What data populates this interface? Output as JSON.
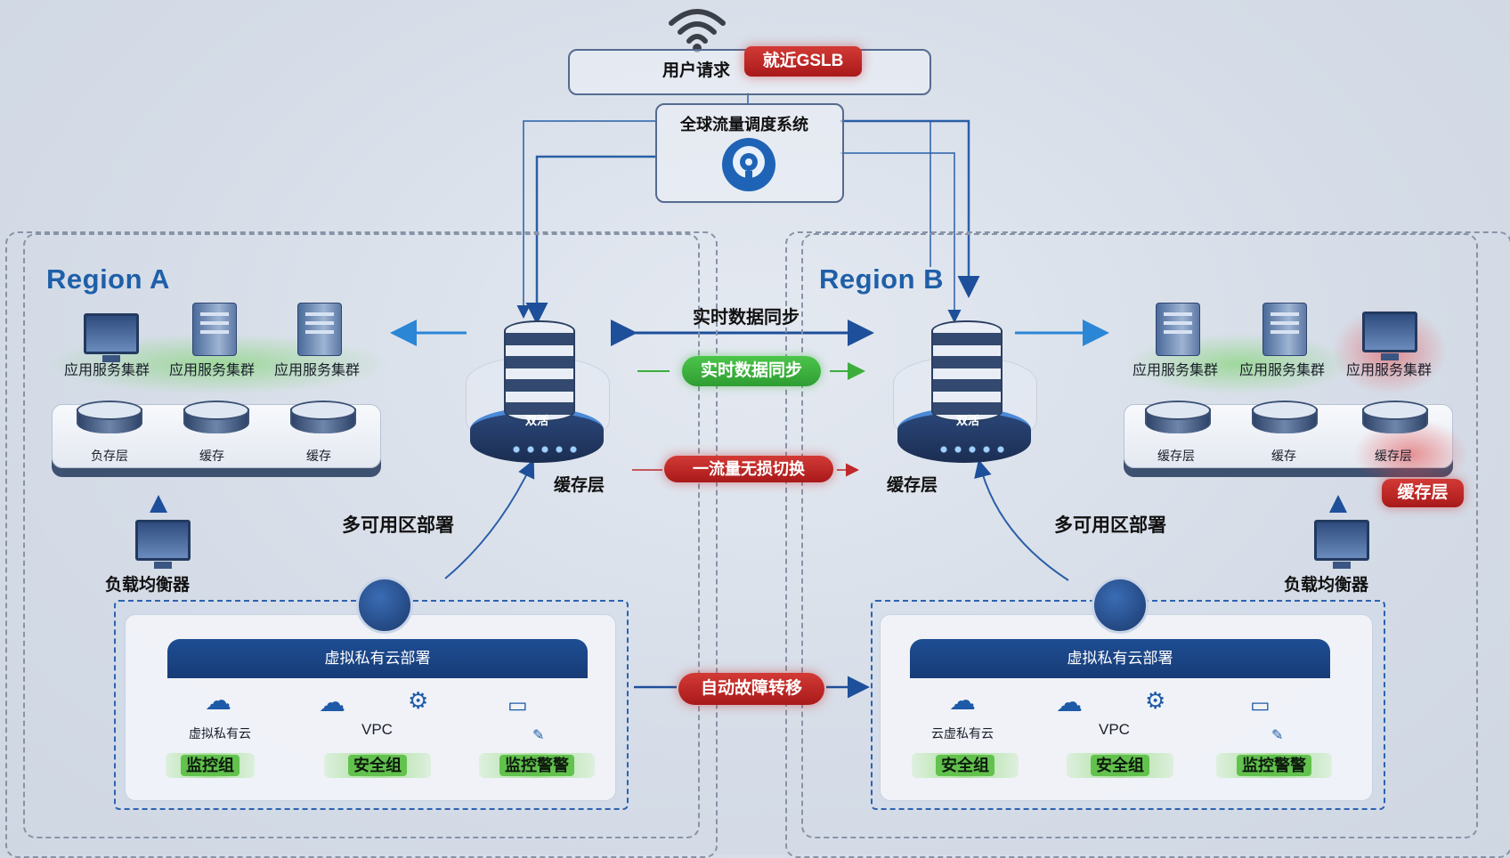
{
  "top": {
    "user_request": "用户请求",
    "gslb": "就近GSLB",
    "global_system": "全球流量调度系统"
  },
  "center": {
    "sync_top": "实时数据同步",
    "sync_green": "实时数据同步",
    "switch_red": "一流量无损切换",
    "failover": "自动故障转移"
  },
  "region_a": {
    "title": "Region A",
    "app_clusters": [
      "应用服务集群",
      "应用服务集群",
      "应用服务集群"
    ],
    "cache_labels": [
      "负存层",
      "缓存",
      "缓存"
    ],
    "hub_label": "双活",
    "hub_caption": "缓存层",
    "multi_az": "多可用区部署",
    "lb": "负载均衡器",
    "vpc": {
      "header": "虚拟私有云部署",
      "private_cloud": "虚拟私有云",
      "vpc_label": "VPC",
      "groups": [
        "监控组",
        "安全组",
        "监控警警"
      ]
    }
  },
  "region_b": {
    "title": "Region B",
    "app_clusters": [
      "应用服务集群",
      "应用服务集群",
      "应用服务集群"
    ],
    "cache_labels": [
      "缓存层",
      "缓存",
      "缓存层"
    ],
    "cache_tag": "缓存层",
    "hub_label": "双活",
    "hub_caption": "缓存层",
    "multi_az": "多可用区部署",
    "lb": "负载均衡器",
    "vpc": {
      "header": "虚拟私有云部署",
      "private_cloud": "云虚私有云",
      "vpc_label": "VPC",
      "groups": [
        "安全组",
        "安全组",
        "监控警警"
      ]
    }
  },
  "colors": {
    "accent_blue": "#1f5fa8",
    "alert_red": "#c0282a",
    "ok_green": "#3cae3c"
  }
}
